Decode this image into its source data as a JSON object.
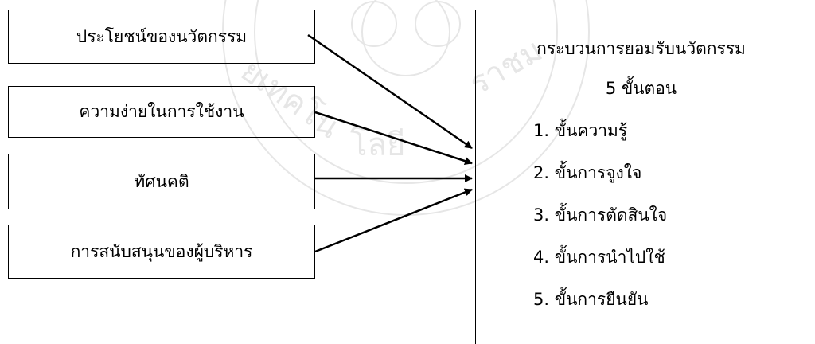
{
  "factors": [
    {
      "label": "ประโยชน์ของนวัตกรรม"
    },
    {
      "label": "ความง่ายในการใช้งาน"
    },
    {
      "label": "ทัศนคติ"
    },
    {
      "label": "การสนับสนุนของผู้บริหาร"
    }
  ],
  "result": {
    "title_line1": "กระบวนการยอมรับนวัตกรรม",
    "title_line2": "5 ขั้นตอน",
    "steps": [
      "1.  ขั้นความรู้",
      "2.  ขั้นการจูงใจ",
      "3.  ขั้นการตัดสินใจ",
      "4.  ขั้นการนำไปใช้",
      "5.  ขั้นการยืนยัน"
    ]
  }
}
